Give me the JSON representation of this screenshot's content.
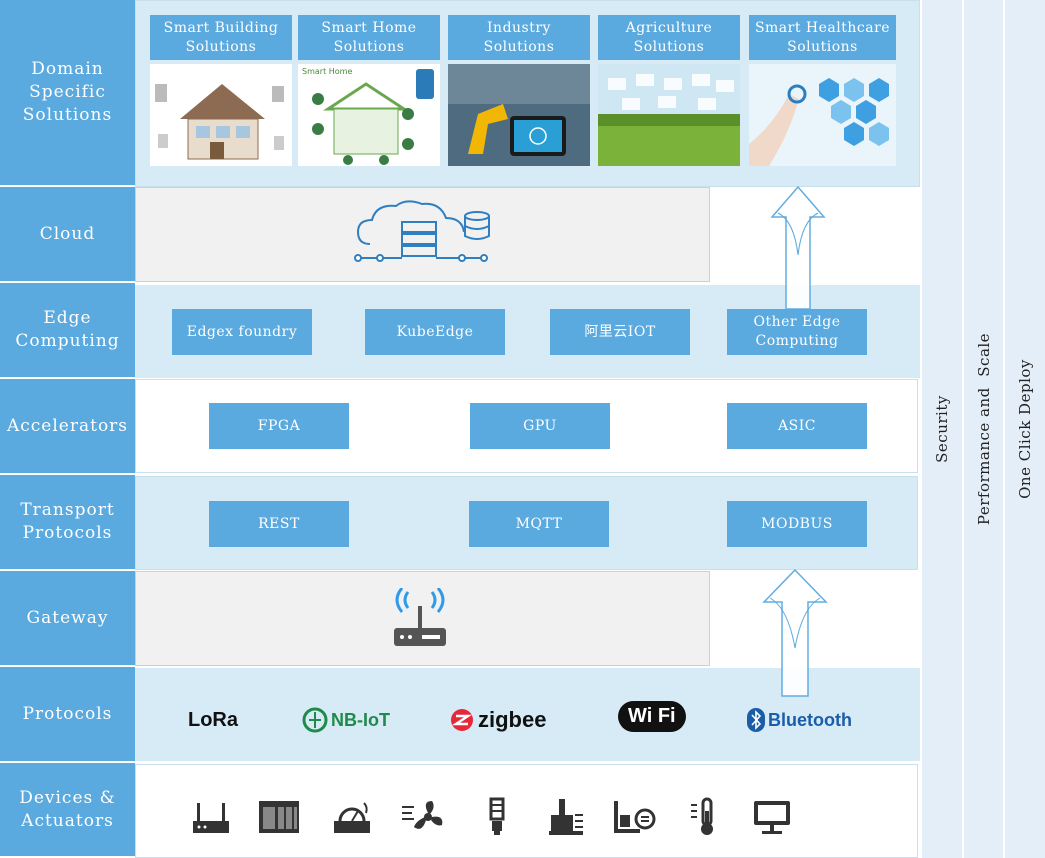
{
  "layers": {
    "domain": "Domain\nSpecific\nSolutions",
    "cloud": "Cloud",
    "edge": "Edge\nComputing",
    "accelerators": "Accelerators",
    "transport": "Transport\nProtocols",
    "gateway": "Gateway",
    "protocols": "Protocols",
    "devices": "Devices &\nActuators"
  },
  "solutions": [
    {
      "title": "Smart Building\nSolutions"
    },
    {
      "title": "Smart Home\nSolutions",
      "inner_label": "Smart Home"
    },
    {
      "title": "Industry\nSolutions"
    },
    {
      "title": "Agriculture\nSolutions"
    },
    {
      "title": "Smart Healthcare\nSolutions"
    }
  ],
  "edge_items": [
    "Edgex foundry",
    "KubeEdge",
    "阿里云IOT",
    "Other Edge\nComputing"
  ],
  "accelerator_items": [
    "FPGA",
    "GPU",
    "ASIC"
  ],
  "transport_items": [
    "REST",
    "MQTT",
    "MODBUS"
  ],
  "protocol_logos": {
    "lora": "LoRa",
    "nbiot": "NB-IoT",
    "zigbee": "zigbee",
    "wifi": "Wi Fi",
    "bluetooth": "Bluetooth"
  },
  "side_columns": [
    "Security",
    "Performance and  Scale",
    "One Click Deploy"
  ],
  "colors": {
    "accent": "#5aa9df",
    "band_light": "#d6ebf5",
    "band_gray": "#f1f1f1",
    "side": "#e4eef8"
  },
  "device_icons": [
    "router-icon",
    "server-rack-icon",
    "meter-icon",
    "fan-icon",
    "bulb-icon",
    "sensor-icon",
    "controller-icon",
    "thermometer-icon",
    "monitor-icon"
  ]
}
